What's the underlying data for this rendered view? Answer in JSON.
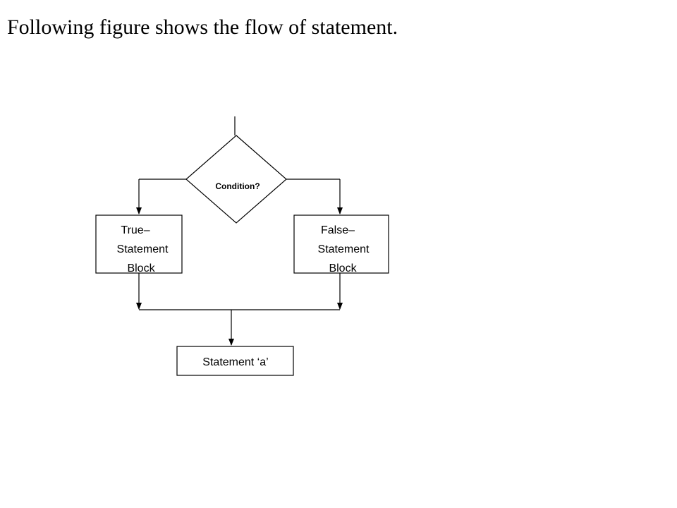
{
  "title": "Following figure shows the flow of statement.",
  "diagram": {
    "decision": {
      "label": "Condition?"
    },
    "true_block": {
      "lines": [
        "True–",
        "Statement",
        "Block"
      ]
    },
    "false_block": {
      "lines": [
        "False–",
        "Statement",
        "Block"
      ]
    },
    "merge_block": {
      "label": "Statement ‘a’"
    }
  }
}
